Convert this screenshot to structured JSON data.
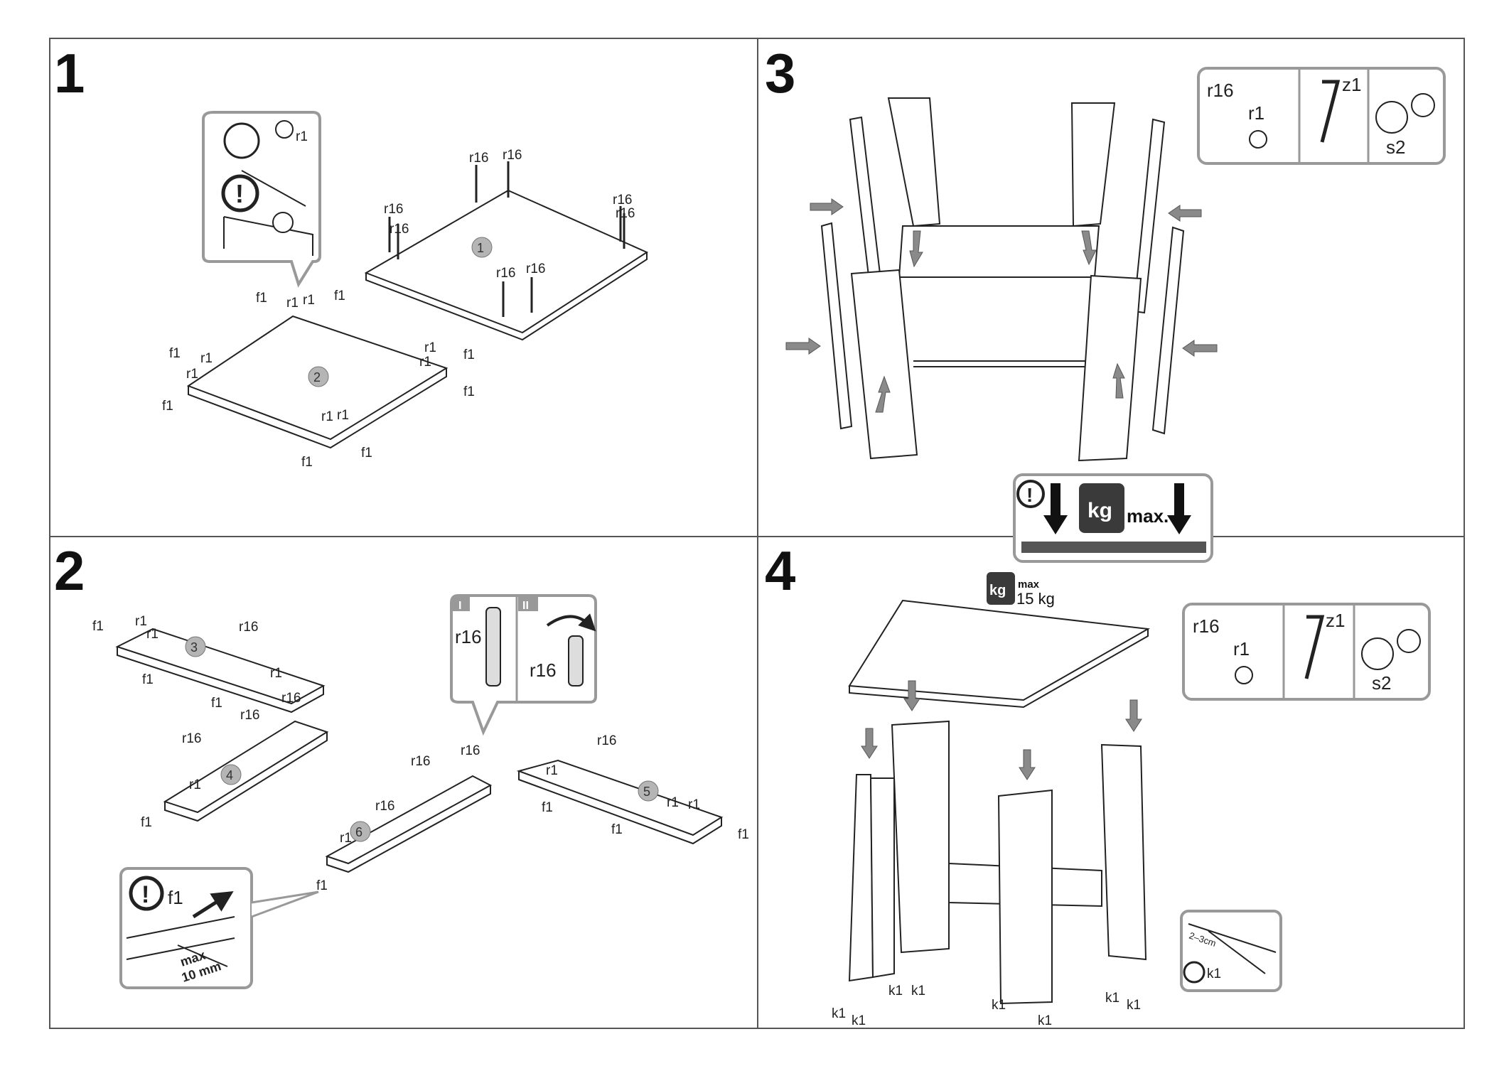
{
  "steps": [
    {
      "number": "1"
    },
    {
      "number": "2"
    },
    {
      "number": "3"
    },
    {
      "number": "4"
    }
  ],
  "parts": {
    "r1": "r1",
    "r16": "r16",
    "f1": "f1",
    "k1": "k1",
    "z1": "z1",
    "s2": "s2"
  },
  "panels": {
    "p1": "1",
    "p2": "2",
    "p3": "3",
    "p4": "4",
    "p5": "5",
    "p6": "6"
  },
  "substeps": {
    "i": "I",
    "ii": "II"
  },
  "notes": {
    "max_depth": "max\n10 mm",
    "max_depth_l1": "max",
    "max_depth_l2": "10 mm",
    "kg": "kg",
    "max_label": "max.",
    "max_small": "max",
    "max_load": "15 kg",
    "distance": "2–3cm"
  },
  "colors": {
    "frame": "#555555",
    "line": "#222222",
    "callout": "#999999",
    "arrow": "#8a8a8a",
    "badge": "#b5b5b5",
    "weight": "#3a3a3a"
  }
}
